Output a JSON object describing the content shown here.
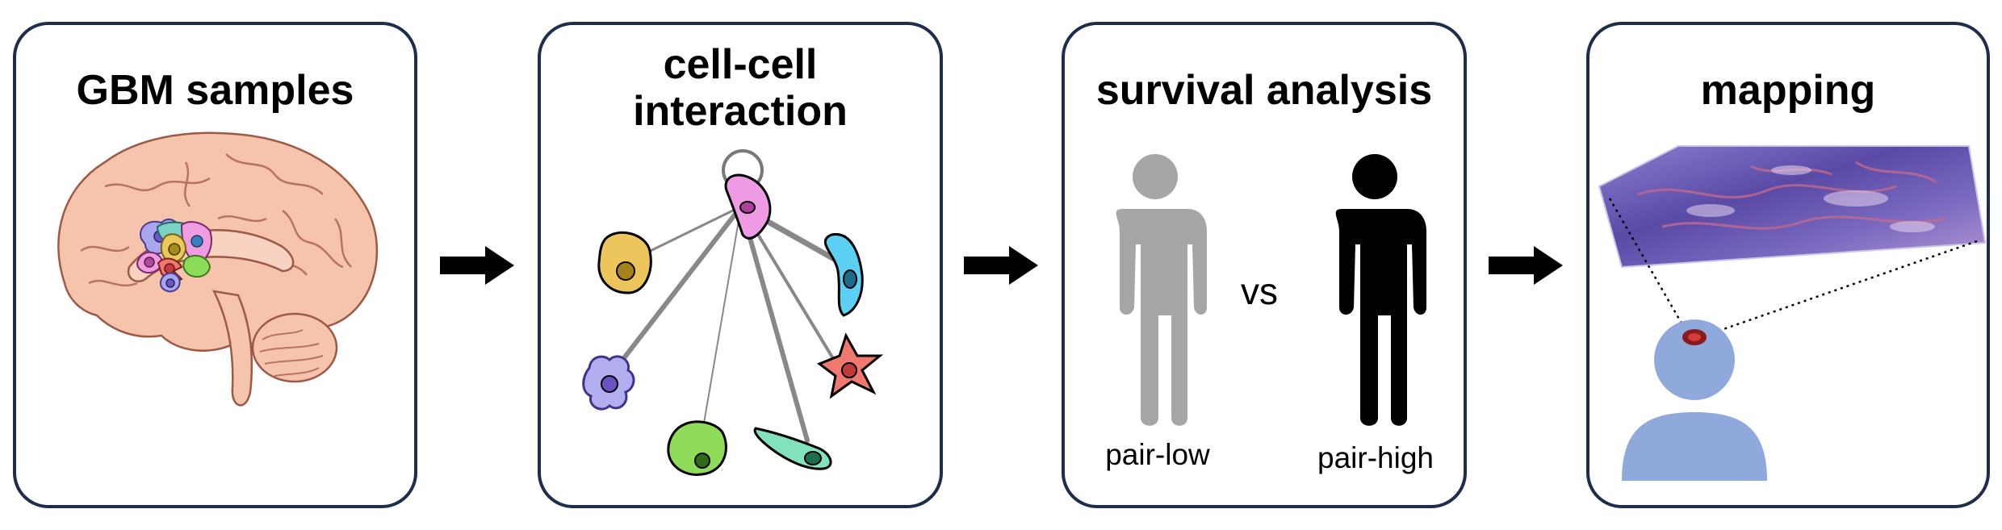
{
  "panels": [
    {
      "title": "GBM samples"
    },
    {
      "title_lines": [
        "cell-cell",
        "interaction"
      ]
    },
    {
      "title": "survival analysis",
      "left_label": "pair-low",
      "vs": "vs",
      "right_label": "pair-high"
    },
    {
      "title": "mapping"
    }
  ],
  "colors": {
    "border": "#1f2d4d",
    "brain": "#f6c4ad",
    "person_low": "#a6a6a6",
    "person_high": "#000000",
    "body_blue": "#8fa9dd",
    "tissue": "#6b5fb0"
  }
}
